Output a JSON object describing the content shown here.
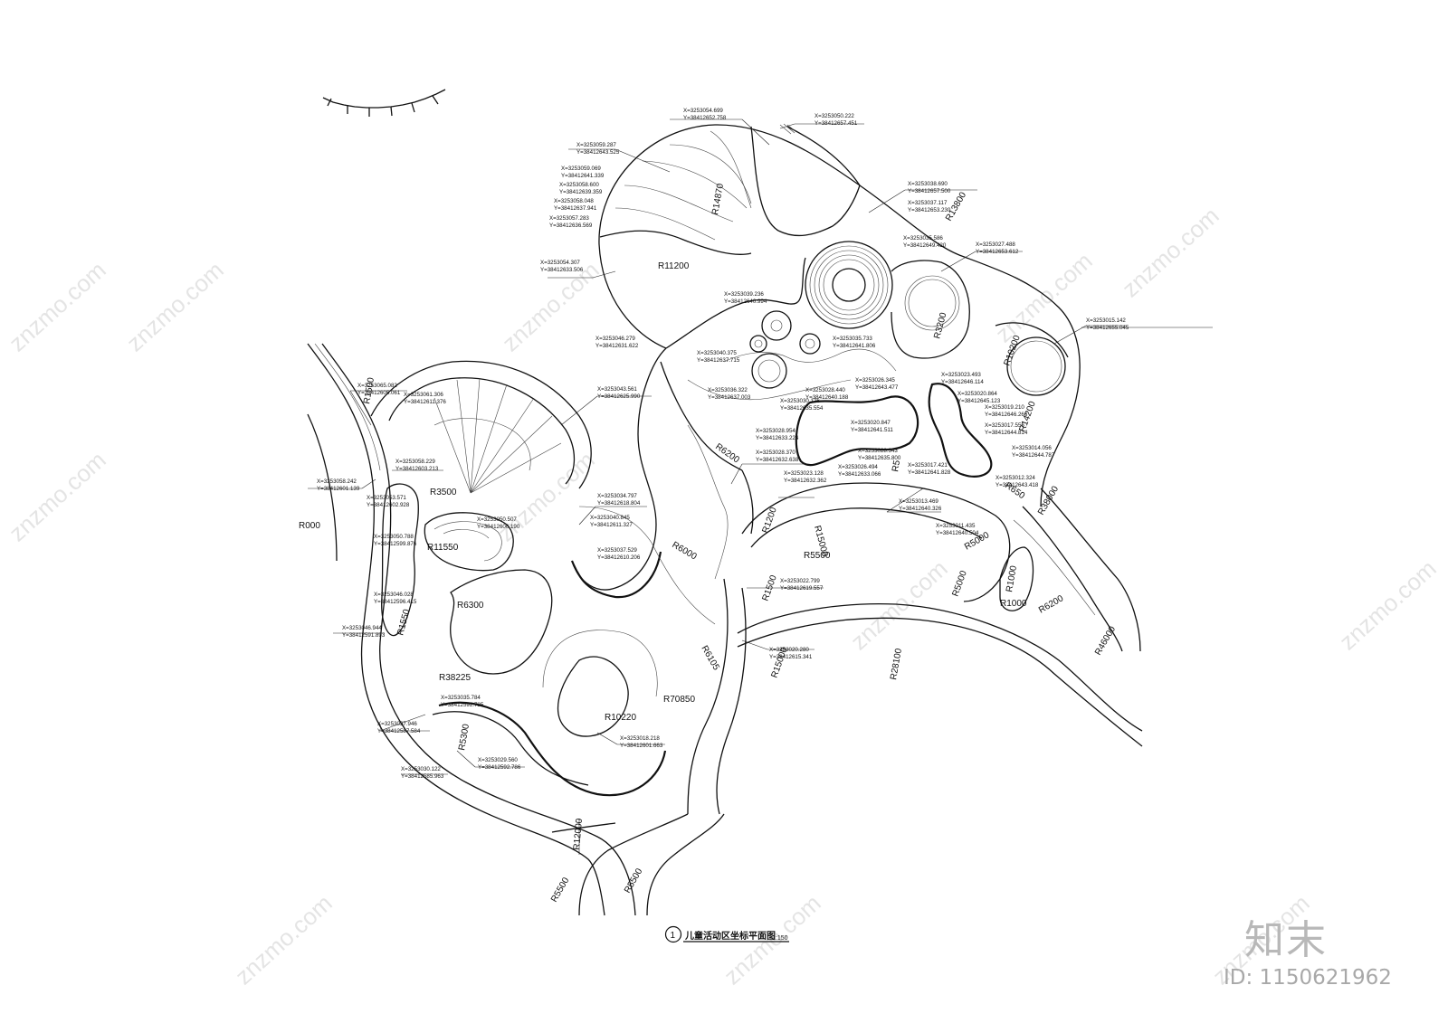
{
  "drawing": {
    "title": "儿童活动区坐标平面图",
    "number": "1",
    "scale": "1:150"
  },
  "watermark": {
    "site": "znzmo.com",
    "brand": "知末",
    "id": "ID: 1150621962"
  },
  "coords": [
    {
      "x": "X=3253054.699",
      "y": "Y=38412652.758"
    },
    {
      "x": "X=3253050.222",
      "y": "Y=38412657.451"
    },
    {
      "x": "X=3253059.287",
      "y": "Y=38412643.525"
    },
    {
      "x": "X=3253059.069",
      "y": "Y=38412641.339"
    },
    {
      "x": "X=3253058.600",
      "y": "Y=38412639.359"
    },
    {
      "x": "X=3253058.048",
      "y": "Y=38412637.941"
    },
    {
      "x": "X=3253057.283",
      "y": "Y=38412636.569"
    },
    {
      "x": "X=3253054.307",
      "y": "Y=38412633.506"
    },
    {
      "x": "X=3253038.690",
      "y": "Y=38412657.500"
    },
    {
      "x": "X=3253037.117",
      "y": "Y=38412653.230"
    },
    {
      "x": "X=3253035.586",
      "y": "Y=38412649.420"
    },
    {
      "x": "X=3253027.488",
      "y": "Y=38412653.612"
    },
    {
      "x": "X=3253039.236",
      "y": "Y=38412640.994"
    },
    {
      "x": "X=3253015.142",
      "y": "Y=38412655.045"
    },
    {
      "x": "X=3253046.279",
      "y": "Y=38412631.622"
    },
    {
      "x": "X=3253040.375",
      "y": "Y=38412637.715"
    },
    {
      "x": "X=3253035.733",
      "y": "Y=38412641.806"
    },
    {
      "x": "X=3253065.082",
      "y": "Y=38412605.061"
    },
    {
      "x": "X=3253061.306",
      "y": "Y=38412611.376"
    },
    {
      "x": "X=3253043.561",
      "y": "Y=38412625.990"
    },
    {
      "x": "X=3253036.322",
      "y": "Y=38412637.003"
    },
    {
      "x": "X=3253030.126",
      "y": "Y=38412635.554"
    },
    {
      "x": "X=3253028.440",
      "y": "Y=38412640.188"
    },
    {
      "x": "X=3253026.345",
      "y": "Y=38412643.477"
    },
    {
      "x": "X=3253023.493",
      "y": "Y=38412646.114"
    },
    {
      "x": "X=3253020.864",
      "y": "Y=38412645.123"
    },
    {
      "x": "X=3253019.210",
      "y": "Y=38412646.266"
    },
    {
      "x": "X=3253017.556",
      "y": "Y=38412644.814"
    },
    {
      "x": "X=3253020.847",
      "y": "Y=38412641.511"
    },
    {
      "x": "X=3253028.954",
      "y": "Y=38412633.224"
    },
    {
      "x": "X=3253028.370",
      "y": "Y=38412632.638"
    },
    {
      "x": "X=3253028.343",
      "y": "Y=38412635.800"
    },
    {
      "x": "X=3253026.494",
      "y": "Y=38412633.066"
    },
    {
      "x": "X=3253017.421",
      "y": "Y=38412641.828"
    },
    {
      "x": "X=3253014.056",
      "y": "Y=38412644.787"
    },
    {
      "x": "X=3253012.324",
      "y": "Y=38412643.418"
    },
    {
      "x": "X=3253023.128",
      "y": "Y=38412632.362"
    },
    {
      "x": "X=3253058.229",
      "y": "Y=38412603.213"
    },
    {
      "x": "X=3253058.242",
      "y": "Y=38412601.139"
    },
    {
      "x": "X=3253053.571",
      "y": "Y=38412602.928"
    },
    {
      "x": "X=3253034.797",
      "y": "Y=38412618.804"
    },
    {
      "x": "X=3253050.507",
      "y": "Y=38412606.190"
    },
    {
      "x": "X=3253040.845",
      "y": "Y=38412611.327"
    },
    {
      "x": "X=3253013.469",
      "y": "Y=38412640.326"
    },
    {
      "x": "X=3253011.435",
      "y": "Y=38412640.504"
    },
    {
      "x": "X=3253050.788",
      "y": "Y=38412599.876"
    },
    {
      "x": "X=3253037.529",
      "y": "Y=38412610.206"
    },
    {
      "x": "X=3253022.799",
      "y": "Y=38412619.557"
    },
    {
      "x": "X=3253046.028",
      "y": "Y=38412596.415"
    },
    {
      "x": "X=3253046.944",
      "y": "Y=38412591.893"
    },
    {
      "x": "X=3253020.280",
      "y": "Y=38412615.341"
    },
    {
      "x": "X=3253035.784",
      "y": "Y=38412592.785"
    },
    {
      "x": "X=3253037.946",
      "y": "Y=38412587.584"
    },
    {
      "x": "X=3253018.218",
      "y": "Y=38412601.663"
    },
    {
      "x": "X=3253029.560",
      "y": "Y=38412592.786"
    },
    {
      "x": "X=3253030.122",
      "y": "Y=38412585.963"
    }
  ],
  "radii": [
    "R14870",
    "R11200",
    "R13800",
    "R3200",
    "R10200",
    "R14200",
    "R38000",
    "R3500",
    "R6200",
    "R1200",
    "R11550",
    "R6300",
    "R6000",
    "R5500",
    "R15000",
    "R1550",
    "R38225",
    "R6105",
    "R70850",
    "R10220",
    "R5300",
    "R12000",
    "R5500",
    "R5500",
    "R28100",
    "R5000",
    "R5000",
    "R1000",
    "R1000",
    "R6200",
    "R46000",
    "R1500",
    "R650",
    "R5",
    "R1500",
    "R15000",
    "R000"
  ]
}
